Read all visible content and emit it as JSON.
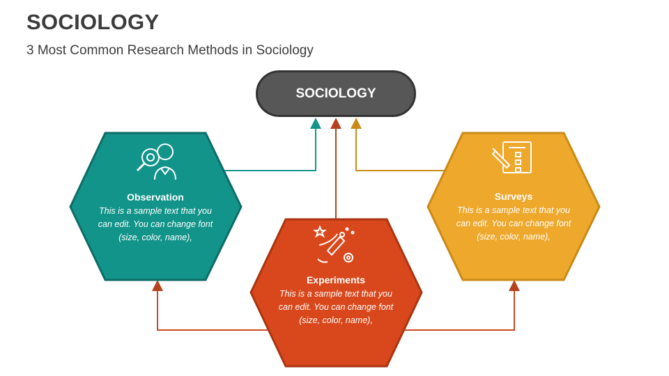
{
  "header": {
    "title": "SOCIOLOGY",
    "subtitle": "3 Most Common Research Methods in Sociology"
  },
  "center": {
    "label": "SOCIOLOGY",
    "color": "#575757"
  },
  "methods": [
    {
      "title": "Observation",
      "body": "This is a sample text that you can edit. You can change font (size, color, name),",
      "color": "#13948a",
      "icon": "magnifier-person-icon"
    },
    {
      "title": "Experiments",
      "body": "This is a sample text that you can edit. You can change font (size, color, name),",
      "color": "#d9481c",
      "icon": "experiment-icon"
    },
    {
      "title": "Surveys",
      "body": "This is a sample text that you can edit. You can change font (size, color, name),",
      "color": "#eea82c",
      "icon": "survey-checklist-icon"
    }
  ]
}
